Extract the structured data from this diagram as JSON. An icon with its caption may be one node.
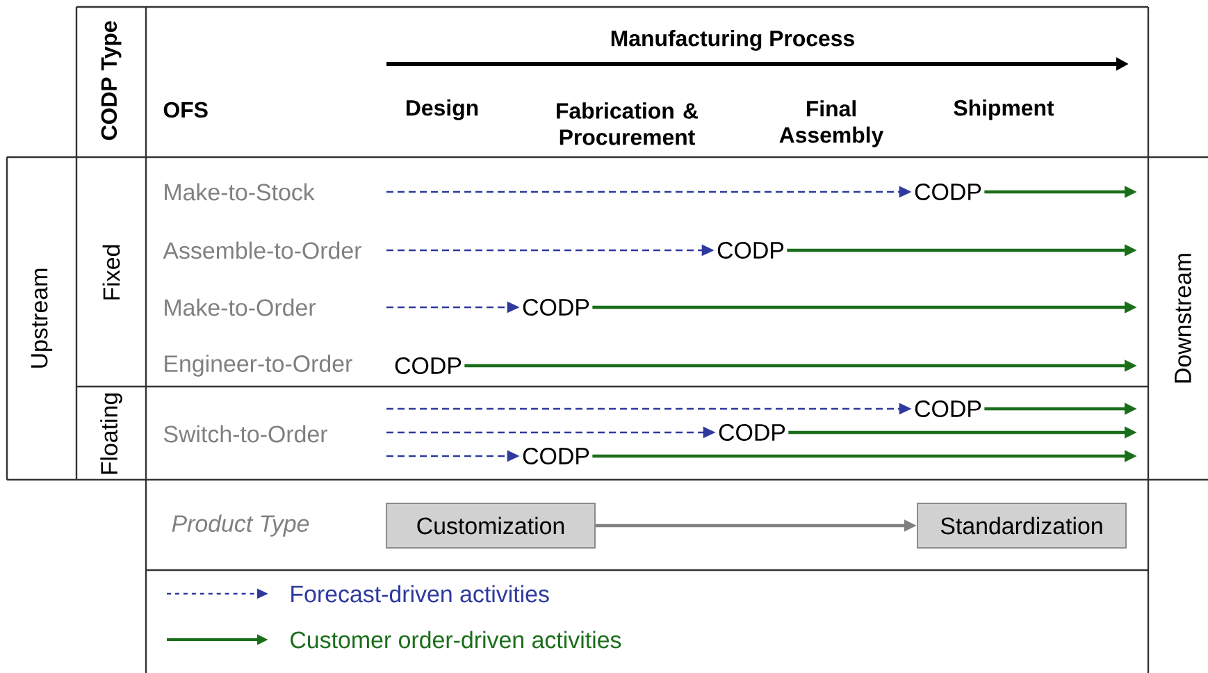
{
  "diagram": {
    "nodes": [
      {
        "text": [
          "Customization"
        ]
      },
      {
        "text": [
          "Standardization"
        ]
      },
      {
        "text": [
          "CODP"
        ]
      },
      {
        "text": [
          "CODP"
        ]
      },
      {
        "text": [
          "CODP"
        ]
      },
      {
        "text": [
          "CODP"
        ]
      },
      {
        "text": [
          "CODP"
        ]
      },
      {
        "text": [
          "CODP"
        ]
      },
      {
        "text": [
          "CODP"
        ]
      }
    ],
    "edges": [
      {
        "from": 0,
        "to": 1,
        "arrow": "to",
        "color": "#808080"
      },
      {
        "from": null,
        "to": 2,
        "arrow": "to",
        "style": "dashed",
        "color": "#2e3a9e"
      },
      {
        "from": 2,
        "to": null,
        "arrow": "to"
      },
      {
        "from": null,
        "to": 3,
        "arrow": "to",
        "style": "dashed",
        "color": "#2e3a9e"
      },
      {
        "from": 3,
        "to": null,
        "arrow": "to"
      },
      {
        "from": null,
        "to": 4,
        "arrow": "to",
        "style": "dashed",
        "color": "#2e3a9e"
      },
      {
        "from": 4,
        "to": null,
        "arrow": "to"
      },
      {
        "from": 5,
        "to": null,
        "arrow": "to"
      },
      {
        "from": null,
        "to": 6,
        "arrow": "to",
        "style": "dashed",
        "color": "#2e3a9e"
      },
      {
        "from": 6,
        "to": null,
        "arrow": "to"
      },
      {
        "from": null,
        "to": 7,
        "arrow": "to",
        "style": "dashed",
        "color": "#2e3a9e"
      },
      {
        "from": 7,
        "to": null,
        "arrow": "to"
      },
      {
        "from": null,
        "to": 8,
        "arrow": "to",
        "style": "dashed",
        "color": "#2e3a9e"
      },
      {
        "from": 8,
        "to": null,
        "arrow": "to"
      }
    ],
    "labels": [
      "CODP Type",
      "Manufacturing Process",
      "OFS",
      "Design",
      "Fabrication & Procurement",
      "Final Assembly",
      "Shipment",
      "Upstream",
      "Make-to-Stock",
      "Fixed",
      "Assemble-to-Order",
      "Make-to-Order",
      "Engineer-to-Order",
      "Downstream",
      "Floating",
      "Switch-to-Order",
      "Product Type"
    ],
    "legend": [
      {
        "text": "Forecast-driven activities"
      },
      {
        "text": "Customer order-driven activities"
      }
    ]
  }
}
